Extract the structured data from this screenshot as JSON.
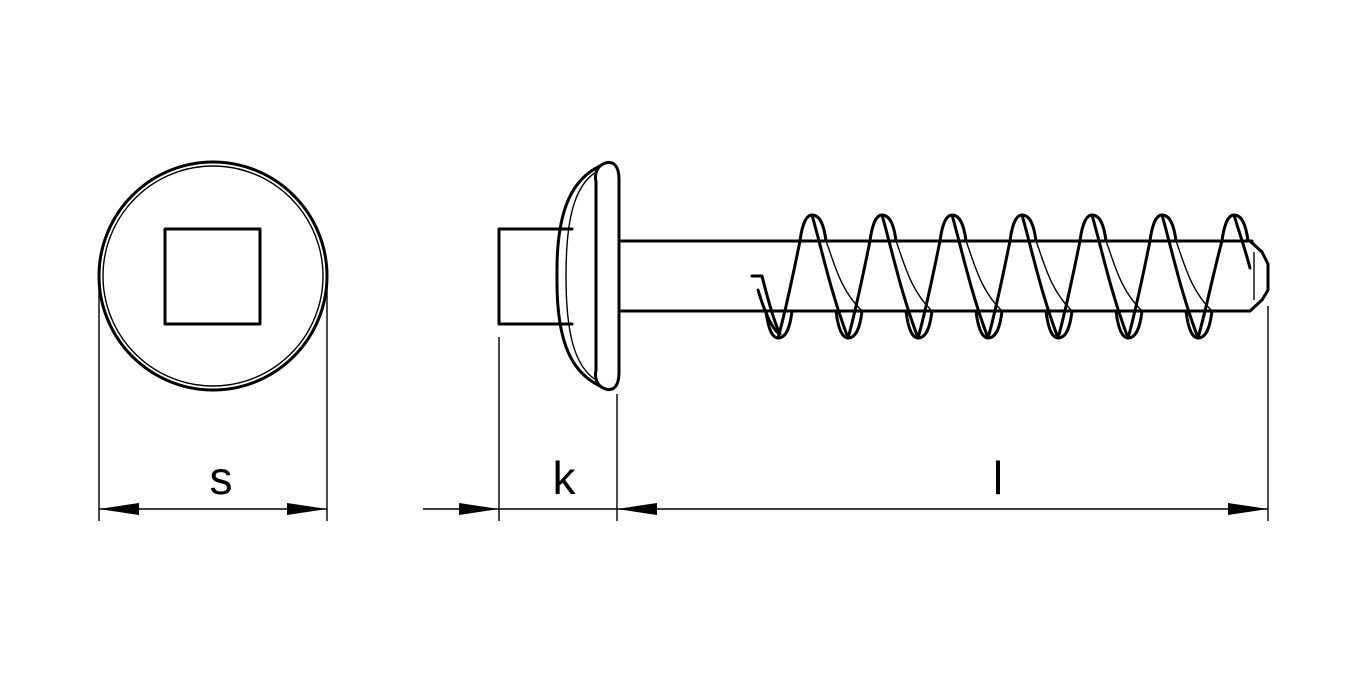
{
  "labels": {
    "s": "s",
    "k": "k",
    "l": "l"
  },
  "colors": {
    "line": "#000000",
    "background": "#ffffff"
  }
}
